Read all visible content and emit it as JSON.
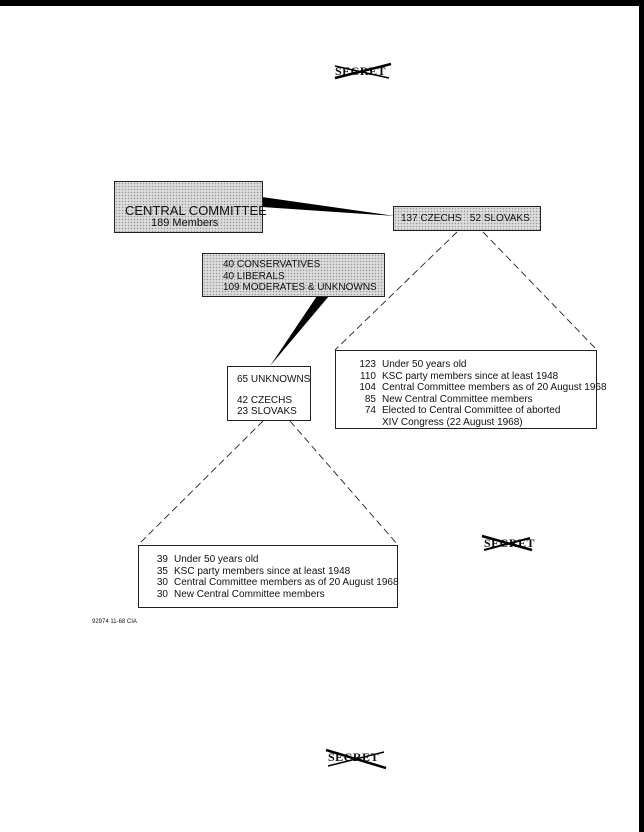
{
  "stamps": {
    "top": "SECRET",
    "middle": "SECRET",
    "bottom": "SECRET"
  },
  "central": {
    "title": "CENTRAL COMMITTEE",
    "members": "189 Members"
  },
  "factions": {
    "lines": [
      "40 CONSERVATIVES",
      "40 LIBERALS",
      "109 MODERATES & UNKNOWNS"
    ]
  },
  "nationality": {
    "text": "137 CZECHS   52 SLOVAKS"
  },
  "unknowns": {
    "title": "65 UNKNOWNS",
    "lines": [
      "42 CZECHS",
      "23 SLOVAKS"
    ]
  },
  "all_members_detail": {
    "rows": [
      {
        "num": "123",
        "text": "Under 50 years old"
      },
      {
        "num": "110",
        "text": "KSC party members since at least 1948"
      },
      {
        "num": "104",
        "text": "Central Committee members as of 20 August 1968"
      },
      {
        "num": "85",
        "text": "New Central Committee members"
      },
      {
        "num": "74",
        "text": "Elected to Central Committee of aborted"
      },
      {
        "num": "",
        "text": "XIV Congress  (22 August 1968)"
      }
    ]
  },
  "unknowns_detail": {
    "rows": [
      {
        "num": "39",
        "text": "Under 50 years old"
      },
      {
        "num": "35",
        "text": "KSC party members since at least 1948"
      },
      {
        "num": "30",
        "text": "Central Committee members as of 20 August 1968"
      },
      {
        "num": "30",
        "text": "New Central Committee members"
      }
    ]
  },
  "footer": {
    "code": "92974  11-68 CIA"
  }
}
